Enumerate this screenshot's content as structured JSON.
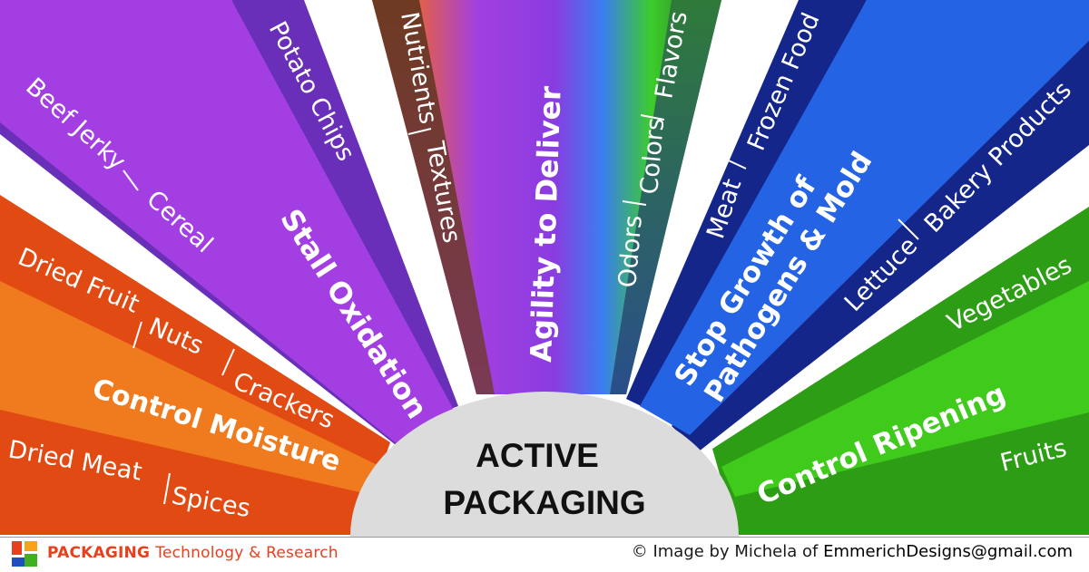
{
  "hub": {
    "line1": "ACTIVE",
    "line2": "PACKAGING"
  },
  "categories": [
    {
      "label": "Control Moisture",
      "color": "#f07a1e",
      "color_dark": "#e24a14",
      "items": [
        "Dried Fruit",
        "Nuts",
        "Crackers",
        "Dried Meat",
        "Spices"
      ]
    },
    {
      "label": "Stall Oxidation",
      "color": "#a33ee3",
      "color_dark": "#6a2fb8",
      "items": [
        "Beef Jerky",
        "Cereal",
        "Potato Chips"
      ]
    },
    {
      "label": "Agility to Deliver",
      "color": "#7a4fe0",
      "items": [
        "Nutrients",
        "Textures",
        "Odors",
        "Colors",
        "Flavors"
      ]
    },
    {
      "label": "Stop Growth of",
      "label2": "Pathogens & Mold",
      "color": "#2463e4",
      "color_dark": "#14268a",
      "items": [
        "Meat",
        "Frozen Food",
        "Lettuce",
        "Bakery Products"
      ]
    },
    {
      "label": "Control Ripening",
      "color": "#3fca1c",
      "color_dark": "#2e9d16",
      "items": [
        "Vegetables",
        "Fruits"
      ]
    }
  ],
  "footer": {
    "brand_word": "PACKAGING",
    "brand_rest": "Technology & Research",
    "credit": "© Image by Michela of ",
    "email": "EmmerichDesigns@gmail.com",
    "logo_colors": [
      "#e8401c",
      "#f7a21b",
      "#1f4fbf",
      "#3fb11f"
    ]
  }
}
